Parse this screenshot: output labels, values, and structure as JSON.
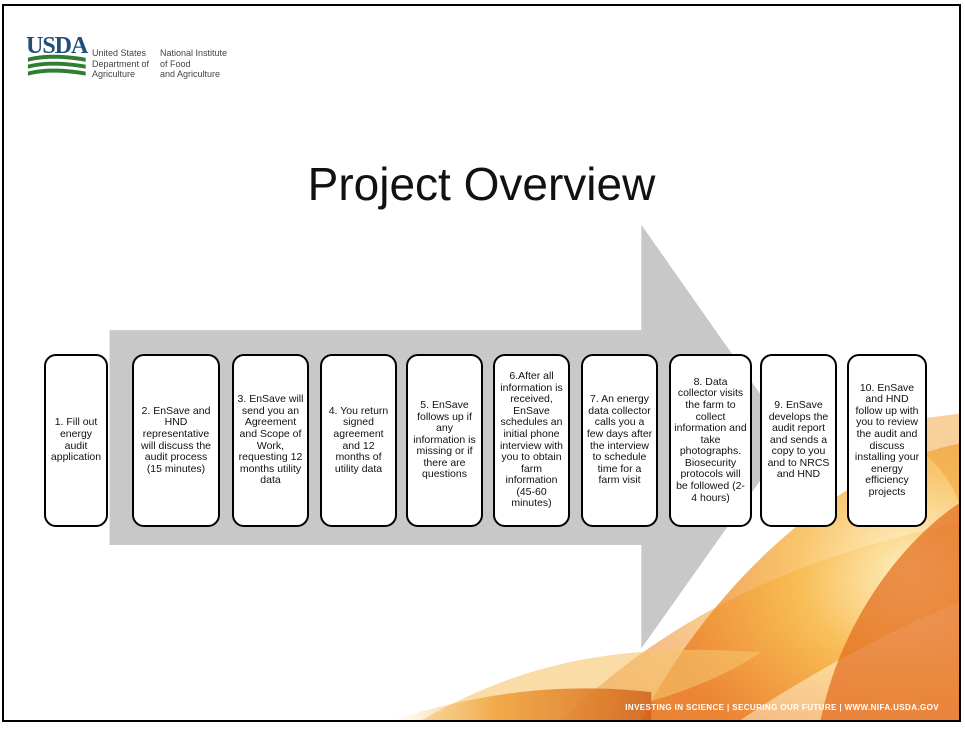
{
  "header": {
    "logo_text": "USDA",
    "agency_left": "United States\nDepartment of\nAgriculture",
    "agency_right": "National Institute\nof Food\nand Agriculture"
  },
  "title": "Project Overview",
  "steps": [
    "1. Fill out energy audit application",
    "2. EnSave and HND representative will discuss the audit process (15 minutes)",
    "3. EnSave will send you an Agreement and Scope of Work, requesting 12 months utility data",
    "4. You return signed agreement and 12 months of utility data",
    "5. EnSave follows up if any information is missing or if there are questions",
    "6.After all information is received, EnSave schedules an initial phone interview with you to obtain farm information (45-60 minutes)",
    "7. An energy data collector calls you a few days after the interview to schedule time for a farm visit",
    "8. Data collector visits the farm to collect information and take photographs. Biosecurity protocols will be followed (2-4 hours)",
    "9. EnSave develops the audit report and sends a copy to you and to NRCS and HND",
    "10. EnSave and HND follow up with you to review the audit and discuss installing your energy efficiency projects"
  ],
  "footer": "INVESTING IN SCIENCE | SECURING OUR FUTURE | WWW.NIFA.USDA.GOV",
  "colors": {
    "arrow": "#c8c8c8",
    "logo_blue": "#1f4e79",
    "logo_green": "#2e7d32",
    "flower": "#f29b1c"
  }
}
